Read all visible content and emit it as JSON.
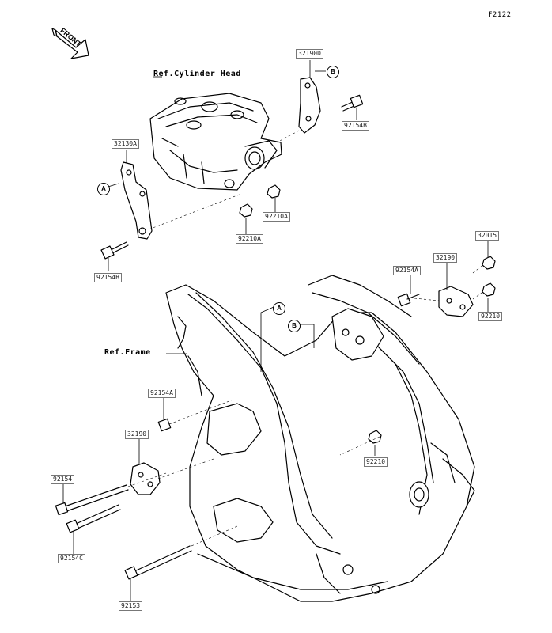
{
  "diagram_code": "F2122",
  "front_label": "FRONT",
  "refs": {
    "cylinder_head": "Ref.Cylinder Head",
    "frame": "Ref.Frame"
  },
  "callouts": {
    "a": "A",
    "b": "B"
  },
  "parts": {
    "p32190D": "32190D",
    "p92154B_top": "92154B",
    "p32130A": "32130A",
    "p92210A_1": "92210A",
    "p92210A_2": "92210A",
    "p92154B_left": "92154B",
    "p32015": "32015",
    "p32190_right": "32190",
    "p92154A_right": "92154A",
    "p92210_right": "92210",
    "p92154A_left": "92154A",
    "p32190_left": "32190",
    "p92210_center": "92210",
    "p92154": "92154",
    "p92154C": "92154C",
    "p92153": "92153"
  }
}
